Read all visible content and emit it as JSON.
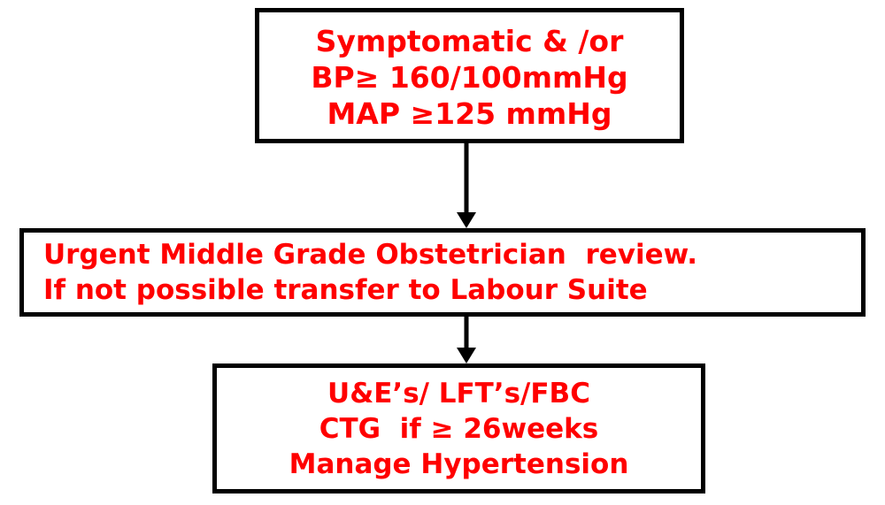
{
  "diagram": {
    "title": "Severe hypertension in pregnancy escalation pathway",
    "orientation": "top-to-bottom",
    "text_color": "#FF0000",
    "border_color": "#000000",
    "background_color": "#FFFFFF",
    "nodes": [
      {
        "id": "criteria",
        "role": "trigger-criteria",
        "align": "center",
        "lines": [
          "Symptomatic & /or",
          "BP≥ 160/100mmHg",
          "MAP ≥125 mmHg"
        ]
      },
      {
        "id": "escalation",
        "role": "escalation-action",
        "align": "left",
        "lines": [
          "Urgent Middle Grade Obstetrician  review.",
          "If not possible transfer to Labour Suite"
        ]
      },
      {
        "id": "investigations",
        "role": "investigations-action",
        "align": "center",
        "lines": [
          "U&E’s/ LFT’s/FBC",
          "CTG  if ≥ 26weeks",
          "Manage Hypertension"
        ]
      }
    ],
    "connectors": [
      {
        "id": "criteria-to-escalation",
        "from": "criteria",
        "to": "escalation",
        "style": "solid-arrow-down"
      },
      {
        "id": "escalation-to-investigations",
        "from": "escalation",
        "to": "investigations",
        "style": "solid-arrow-down"
      }
    ]
  }
}
